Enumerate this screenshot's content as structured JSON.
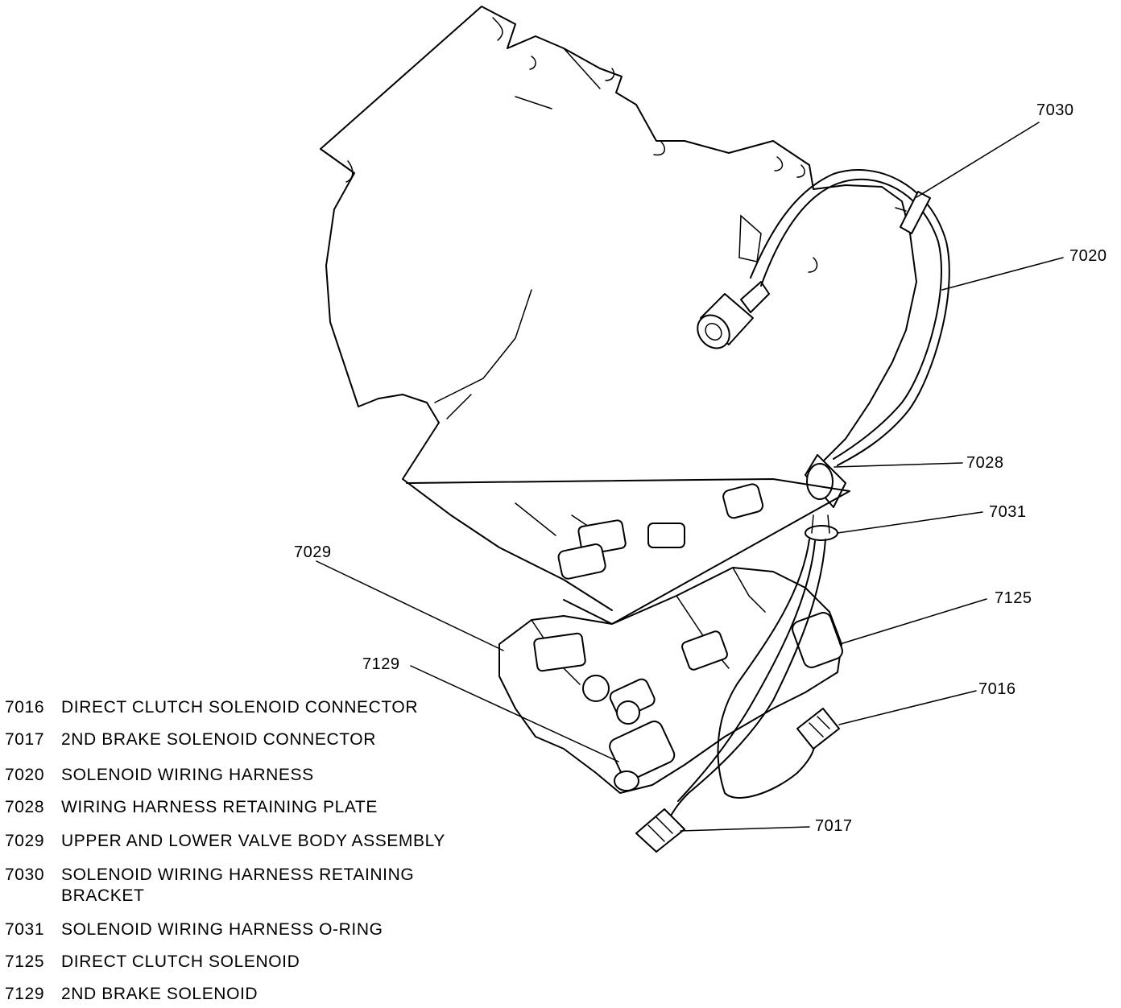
{
  "callouts": {
    "c7030": "7030",
    "c7020": "7020",
    "c7028": "7028",
    "c7031": "7031",
    "c7029": "7029",
    "c7125": "7125",
    "c7129": "7129",
    "c7016": "7016",
    "c7017": "7017"
  },
  "legend": [
    {
      "num": "7016",
      "desc": "DIRECT CLUTCH SOLENOID CONNECTOR"
    },
    {
      "num": "7017",
      "desc": "2ND BRAKE SOLENOID CONNECTOR"
    },
    {
      "num": "7020",
      "desc": "SOLENOID WIRING HARNESS"
    },
    {
      "num": "7028",
      "desc": "WIRING HARNESS RETAINING PLATE"
    },
    {
      "num": "7029",
      "desc": "UPPER AND LOWER VALVE BODY ASSEMBLY"
    },
    {
      "num": "7030",
      "desc": "SOLENOID WIRING HARNESS RETAINING BRACKET"
    },
    {
      "num": "7031",
      "desc": "SOLENOID WIRING HARNESS O-RING"
    },
    {
      "num": "7125",
      "desc": "DIRECT CLUTCH SOLENOID"
    },
    {
      "num": "7129",
      "desc": "2ND BRAKE SOLENOID"
    }
  ]
}
